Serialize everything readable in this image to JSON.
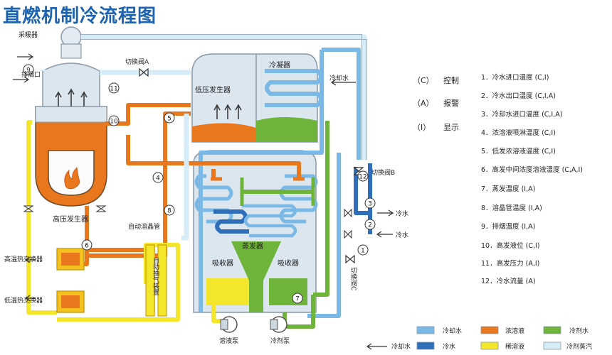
{
  "title": "直燃机制冷流程图",
  "components": {
    "heater_top": "采暖器",
    "exhaust": "排烟口",
    "switch_valve_a": "切换阀A",
    "low_gen": "低压发生器",
    "condenser": "冷凝器",
    "cooling_water_in": "冷却水",
    "switch_valve_b": "切换阀B",
    "high_gen": "高压发生器",
    "high_hx": "高温热交换器",
    "low_hx": "低温热交换器",
    "auto_bleed": "自动溶晶管",
    "auto_gas": "自动抽气装置",
    "evaporator": "蒸发器",
    "absorber_left": "吸收器",
    "absorber_right": "吸收器",
    "soln_pump": "溶液泵",
    "refr_pump": "冷剂泵",
    "switch_valve_c": "切换阀C",
    "cold_water_1": "冷水",
    "cold_water_2": "冷水",
    "cooling_water_bottom": "冷却水"
  },
  "sensors": [
    "1",
    "2",
    "3",
    "4",
    "5",
    "6",
    "7",
    "8",
    "9",
    "10",
    "11",
    "12"
  ],
  "flags": [
    {
      "code": "（C）",
      "label": "控制"
    },
    {
      "code": "（A）",
      "label": "报警"
    },
    {
      "code": "（I）",
      "label": "显示"
    }
  ],
  "points": [
    "1．冷水进口温度 (C,I)",
    "2．冷水出口温度 (C,I,A)",
    "3．冷却水进口温度 (C,I,A)",
    "4．浓溶液喷淋温度 (C,I)",
    "5．低发浓溶液温度 (C,I)",
    "6．高发中间浓度溶液温度 (C,A,I)",
    "7．蒸发温度 (I,A)",
    "8．溶晶管温度 (I,A)",
    "9．排烟温度 (I,A)",
    "10．高发液位 (C,I)",
    "11．高发压力 (A,I)",
    "12．冷水流量 (A)"
  ],
  "legend": [
    {
      "label": "冷却水",
      "color": "#7ab8e6"
    },
    {
      "label": "浓溶液",
      "color": "#e8771e"
    },
    {
      "label": "冷剂水",
      "color": "#6fb43a"
    },
    {
      "label": "冷水",
      "color": "#2f6fba"
    },
    {
      "label": "稀溶液",
      "color": "#f4e62a"
    },
    {
      "label": "冷剂蒸汽",
      "color": "#d6ecf7"
    }
  ]
}
